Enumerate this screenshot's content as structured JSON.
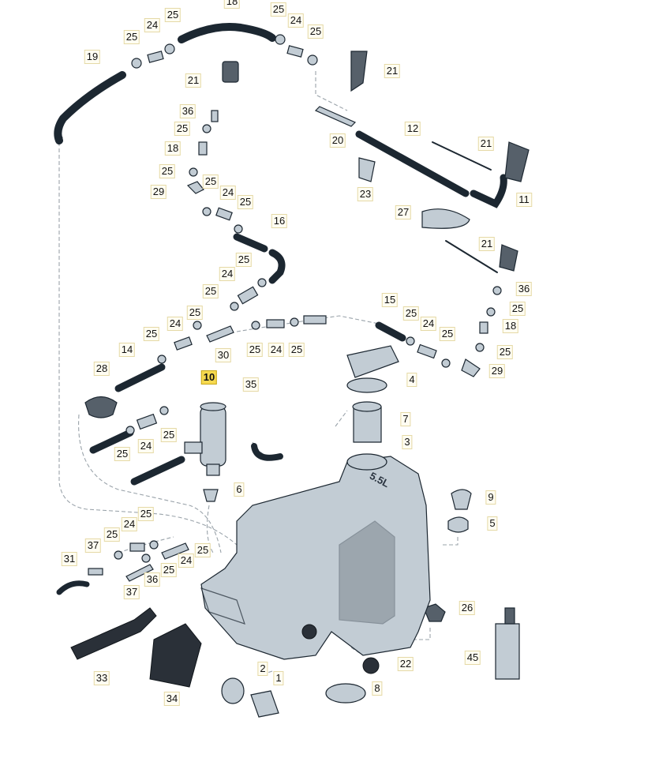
{
  "diagram": {
    "tank_capacity_label": "5.5L",
    "highlighted_part": "10",
    "callouts": [
      {
        "id": "c19",
        "text": "19"
      },
      {
        "id": "c18top",
        "text": "18"
      },
      {
        "id": "c25a",
        "text": "25"
      },
      {
        "id": "c24a",
        "text": "24"
      },
      {
        "id": "c25b",
        "text": "25"
      },
      {
        "id": "c25c",
        "text": "25"
      },
      {
        "id": "c24b",
        "text": "24"
      },
      {
        "id": "c25d",
        "text": "25"
      },
      {
        "id": "c21a",
        "text": "21"
      },
      {
        "id": "c21b",
        "text": "21"
      },
      {
        "id": "c21c",
        "text": "21"
      },
      {
        "id": "c21d",
        "text": "21"
      },
      {
        "id": "c36a",
        "text": "36"
      },
      {
        "id": "c25e",
        "text": "25"
      },
      {
        "id": "c18a",
        "text": "18"
      },
      {
        "id": "c25f",
        "text": "25"
      },
      {
        "id": "c29a",
        "text": "29"
      },
      {
        "id": "c25g",
        "text": "25"
      },
      {
        "id": "c24c",
        "text": "24"
      },
      {
        "id": "c25h",
        "text": "25"
      },
      {
        "id": "c20",
        "text": "20"
      },
      {
        "id": "c12",
        "text": "12"
      },
      {
        "id": "c23",
        "text": "23"
      },
      {
        "id": "c11",
        "text": "11"
      },
      {
        "id": "c27",
        "text": "27"
      },
      {
        "id": "c16",
        "text": "16"
      },
      {
        "id": "c25i",
        "text": "25"
      },
      {
        "id": "c24d",
        "text": "24"
      },
      {
        "id": "c25j",
        "text": "25"
      },
      {
        "id": "c25k",
        "text": "25"
      },
      {
        "id": "c24e",
        "text": "24"
      },
      {
        "id": "c25l",
        "text": "25"
      },
      {
        "id": "c30",
        "text": "30"
      },
      {
        "id": "c25m",
        "text": "25"
      },
      {
        "id": "c24f",
        "text": "24"
      },
      {
        "id": "c25n",
        "text": "25"
      },
      {
        "id": "c15",
        "text": "15"
      },
      {
        "id": "c25o",
        "text": "25"
      },
      {
        "id": "c24g",
        "text": "24"
      },
      {
        "id": "c25p",
        "text": "25"
      },
      {
        "id": "c36b",
        "text": "36"
      },
      {
        "id": "c25q",
        "text": "25"
      },
      {
        "id": "c18b",
        "text": "18"
      },
      {
        "id": "c25r",
        "text": "25"
      },
      {
        "id": "c29b",
        "text": "29"
      },
      {
        "id": "c14",
        "text": "14"
      },
      {
        "id": "c28",
        "text": "28"
      },
      {
        "id": "c10",
        "text": "10"
      },
      {
        "id": "c35",
        "text": "35"
      },
      {
        "id": "c4",
        "text": "4"
      },
      {
        "id": "c7",
        "text": "7"
      },
      {
        "id": "c3",
        "text": "3"
      },
      {
        "id": "c25s",
        "text": "25"
      },
      {
        "id": "c24h",
        "text": "24"
      },
      {
        "id": "c25t",
        "text": "25"
      },
      {
        "id": "c6",
        "text": "6"
      },
      {
        "id": "c9",
        "text": "9"
      },
      {
        "id": "c5",
        "text": "5"
      },
      {
        "id": "c24i",
        "text": "24"
      },
      {
        "id": "c25u",
        "text": "25"
      },
      {
        "id": "c25v",
        "text": "25"
      },
      {
        "id": "c37a",
        "text": "37"
      },
      {
        "id": "c25w",
        "text": "25"
      },
      {
        "id": "c25x",
        "text": "25"
      },
      {
        "id": "c24j",
        "text": "24"
      },
      {
        "id": "c31",
        "text": "31"
      },
      {
        "id": "c36c",
        "text": "36"
      },
      {
        "id": "c37b",
        "text": "37"
      },
      {
        "id": "c26",
        "text": "26"
      },
      {
        "id": "c45",
        "text": "45"
      },
      {
        "id": "c22",
        "text": "22"
      },
      {
        "id": "c2",
        "text": "2"
      },
      {
        "id": "c1",
        "text": "1"
      },
      {
        "id": "c8",
        "text": "8"
      },
      {
        "id": "c33",
        "text": "33"
      },
      {
        "id": "c34",
        "text": "34"
      }
    ]
  }
}
